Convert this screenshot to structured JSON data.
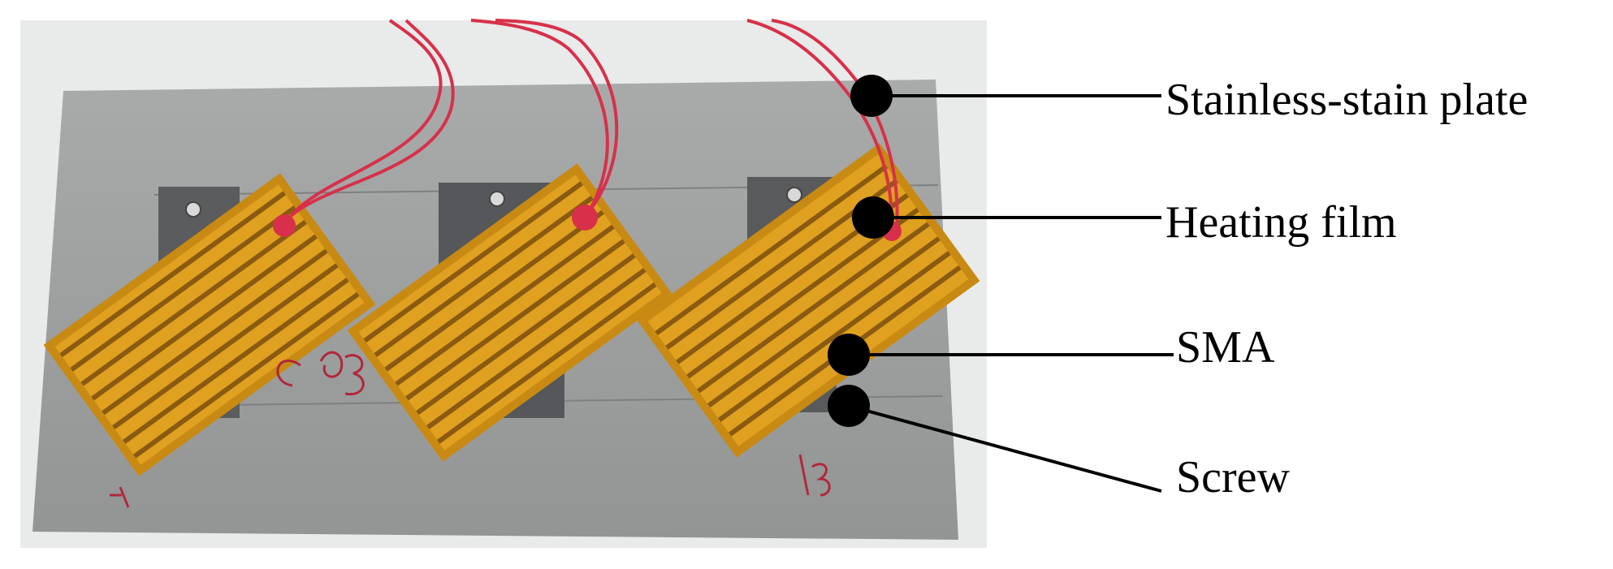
{
  "labels": {
    "plate": "Stainless-stain plate",
    "film": "Heating film",
    "sma": "SMA",
    "screw": "Screw"
  },
  "colors": {
    "plate": "#9fa1a1",
    "film": "#e0a020",
    "film_trace": "#8a5a10",
    "wire": "#d8304a",
    "sma": "#55575a",
    "marker": "#000000"
  },
  "icons": {
    "marker": "filled-circle"
  }
}
